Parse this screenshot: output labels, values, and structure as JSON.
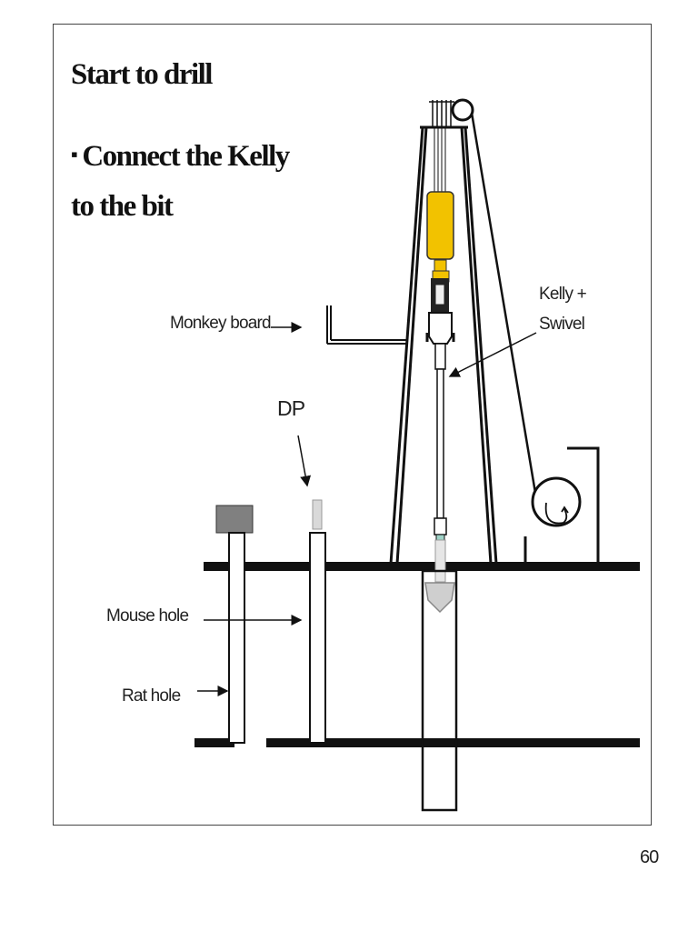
{
  "slide": {
    "title": "Start to drill",
    "bullet_text": "Connect the Kelly to the bit",
    "bullet_mark": "▪",
    "page_number": "60"
  },
  "labels": {
    "monkey_board": "Monkey board",
    "kelly_swivel_line1": "Kelly +",
    "kelly_swivel_line2": "Swivel",
    "dp": "DP",
    "mouse_hole": "Mouse hole",
    "rat_hole": "Rat hole"
  },
  "colors": {
    "travelling_block": "#f2c200",
    "hook": "#f2c200",
    "rat_hole_cap": "#808080",
    "drill_pipe": "#d9d9d9",
    "bit": "#cfcfcf",
    "line": "#111111"
  }
}
